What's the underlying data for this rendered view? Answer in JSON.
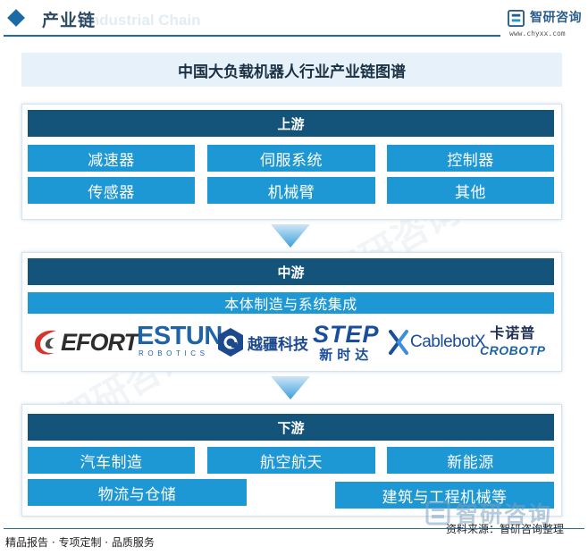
{
  "header": {
    "title": "产业链",
    "watermark_text": "Industrial Chain",
    "brand_name": "智研咨询",
    "brand_url": "www.chyxx.com"
  },
  "diagram": {
    "title": "中国大负载机器人行业产业链图谱",
    "upstream": {
      "label": "上游",
      "items": [
        "减速器",
        "伺服系统",
        "控制器",
        "传感器",
        "机械臂",
        "其他"
      ]
    },
    "midstream": {
      "label": "中游",
      "sublabel": "本体制造与系统集成",
      "logos": [
        {
          "icon": "efort-logo",
          "text": "EFORT"
        },
        {
          "icon": "estun-logo",
          "text": "ESTUN",
          "subtext": "ROBOTICS"
        },
        {
          "icon": "yuejiang-logo",
          "text": "越疆科技"
        },
        {
          "icon": "step-logo",
          "text": "STEP",
          "subtext": "新时达"
        },
        {
          "icon": "cablebotx-logo",
          "text": "CablebotX"
        },
        {
          "icon": "crobotp-logo",
          "text": "卡诺普",
          "subtext": "CROBOTP"
        }
      ]
    },
    "downstream": {
      "label": "下游",
      "items": [
        "汽车制造",
        "航空航天",
        "新能源",
        "物流与仓储",
        "建筑与工程机械等"
      ]
    }
  },
  "footer": {
    "left": "精品报告 · 专项定制 · 品质服务",
    "right": "资料来源：智研咨询整理",
    "watermark": "智研咨询"
  },
  "colors": {
    "tier_bar": "#14537a",
    "cell": "#1e98d4",
    "accent": "#1f6aa8"
  }
}
